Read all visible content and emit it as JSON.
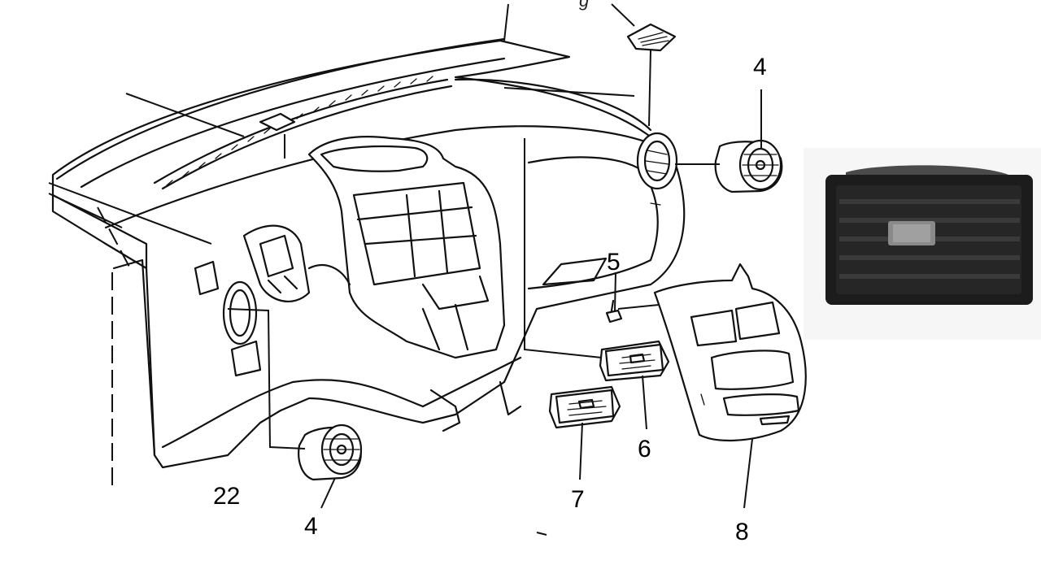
{
  "callouts": {
    "vent_upper_right": "4",
    "vent_lower_left": "4",
    "clip": "5",
    "center_vent_right": "6",
    "center_vent_left": "7",
    "bezel": "8",
    "partial_left": "22"
  },
  "top_note": "g",
  "photo": {
    "watermark": "",
    "colors": {
      "background": "#f4f4f4",
      "vent_body": "#1c1c1c",
      "vent_slats": "#3a3a3a",
      "knob": "#8a8a8a"
    }
  }
}
